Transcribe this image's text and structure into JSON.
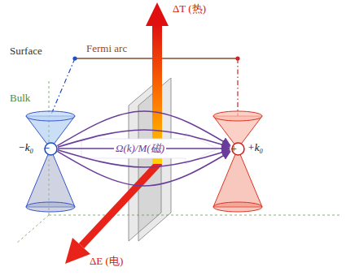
{
  "diagram": {
    "nodes": [
      {
        "text": [
          "Surface"
        ]
      },
      {
        "text": [
          "Bulk"
        ]
      },
      {
        "text": [
          "−"
        ],
        "in": 1
      },
      {
        "text": [
          "+"
        ],
        "in": 1
      }
    ],
    "edges": [
      {
        "from": 2,
        "to": 3,
        "arrow": "to"
      },
      {
        "from": 2,
        "to": 3,
        "arrow": "to"
      },
      {
        "from": 2,
        "to": 3,
        "arrow": "to",
        "label": "Ω(k)/M(磁)"
      },
      {
        "from": 2,
        "to": 3,
        "arrow": "to"
      },
      {
        "from": 2,
        "to": 3,
        "arrow": "to"
      }
    ],
    "labels": [
      "Fermi arc",
      "−k₀",
      "+k₀",
      "ΔT (热)",
      "ΔE (电)"
    ]
  }
}
